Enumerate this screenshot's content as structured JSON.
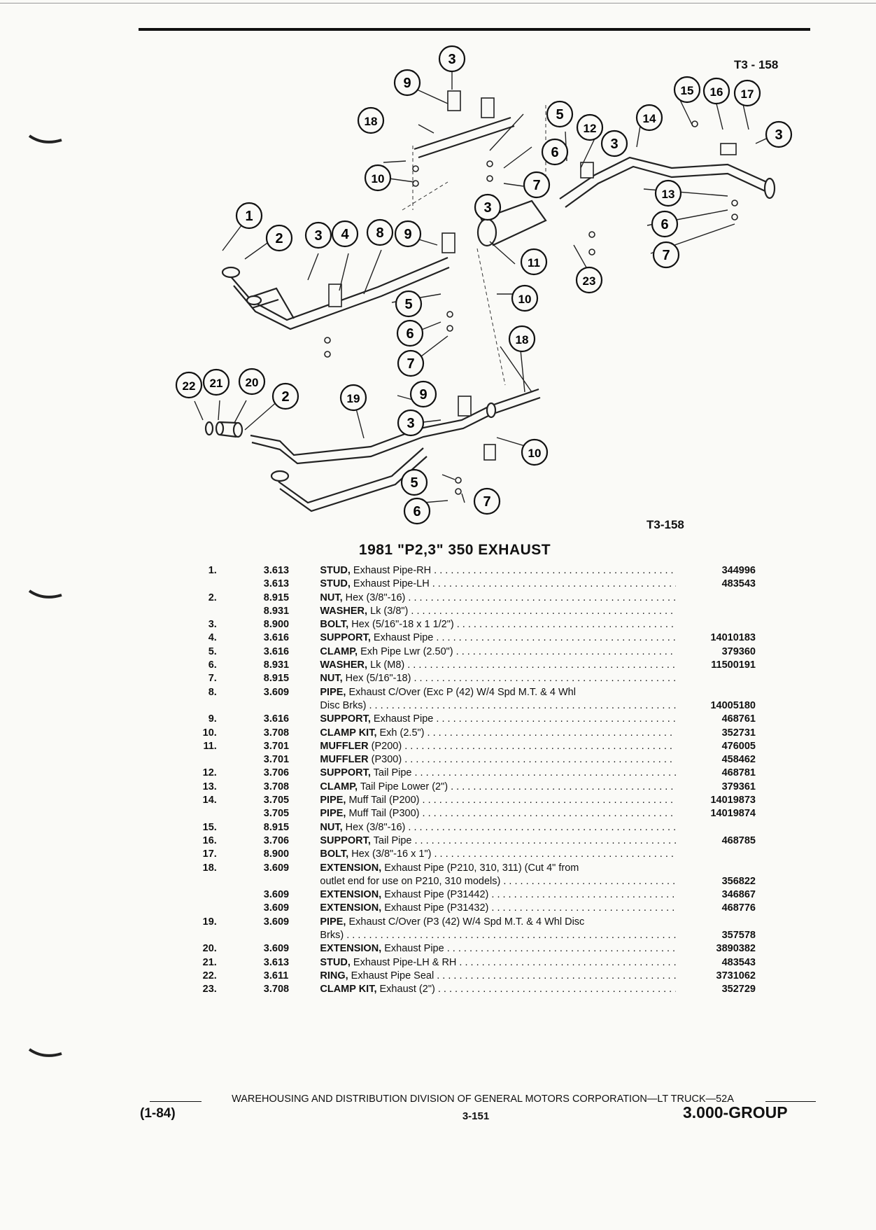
{
  "figure": {
    "code_top": "T3 - 158",
    "code_bottom": "T3-158"
  },
  "diagram_callouts": [
    "1",
    "2",
    "3",
    "4",
    "5",
    "6",
    "7",
    "8",
    "9",
    "10",
    "11",
    "12",
    "13",
    "14",
    "15",
    "16",
    "17",
    "18",
    "19",
    "20",
    "21",
    "22",
    "23"
  ],
  "title": "1981 \"P2,3\" 350 EXHAUST",
  "parts": [
    {
      "no": "1.",
      "grp": "3.613",
      "name": "STUD,",
      "desc": "Exhaust Pipe-RH",
      "part": "344996"
    },
    {
      "no": "",
      "grp": "3.613",
      "name": "STUD,",
      "desc": "Exhaust Pipe-LH",
      "part": "483543"
    },
    {
      "no": "2.",
      "grp": "8.915",
      "name": "NUT,",
      "desc": "Hex (3/8\"-16)",
      "part": ""
    },
    {
      "no": "",
      "grp": "8.931",
      "name": "WASHER,",
      "desc": "Lk (3/8\")",
      "part": ""
    },
    {
      "no": "3.",
      "grp": "8.900",
      "name": "BOLT,",
      "desc": "Hex (5/16\"-18 x 1 1/2\")",
      "part": ""
    },
    {
      "no": "4.",
      "grp": "3.616",
      "name": "SUPPORT,",
      "desc": "Exhaust Pipe",
      "part": "14010183"
    },
    {
      "no": "5.",
      "grp": "3.616",
      "name": "CLAMP,",
      "desc": "Exh Pipe Lwr (2.50\")",
      "part": "379360"
    },
    {
      "no": "6.",
      "grp": "8.931",
      "name": "WASHER,",
      "desc": "Lk (M8)",
      "part": "11500191"
    },
    {
      "no": "7.",
      "grp": "8.915",
      "name": "NUT,",
      "desc": "Hex (5/16\"-18)",
      "part": ""
    },
    {
      "no": "8.",
      "grp": "3.609",
      "name": "PIPE,",
      "desc": "Exhaust C/Over (Exc P (42) W/4 Spd M.T. & 4 Whl",
      "part": "",
      "cont": true
    },
    {
      "no": "",
      "grp": "",
      "name": "",
      "desc": "Disc Brks)",
      "part": "14005180"
    },
    {
      "no": "9.",
      "grp": "3.616",
      "name": "SUPPORT,",
      "desc": "Exhaust Pipe",
      "part": "468761"
    },
    {
      "no": "10.",
      "grp": "3.708",
      "name": "CLAMP KIT,",
      "desc": "Exh (2.5\")",
      "part": "352731"
    },
    {
      "no": "11.",
      "grp": "3.701",
      "name": "MUFFLER",
      "desc": "(P200)",
      "part": "476005"
    },
    {
      "no": "",
      "grp": "3.701",
      "name": "MUFFLER",
      "desc": "(P300)",
      "part": "458462"
    },
    {
      "no": "12.",
      "grp": "3.706",
      "name": "SUPPORT,",
      "desc": "Tail Pipe",
      "part": "468781"
    },
    {
      "no": "13.",
      "grp": "3.708",
      "name": "CLAMP,",
      "desc": "Tail Pipe Lower (2\")",
      "part": "379361"
    },
    {
      "no": "14.",
      "grp": "3.705",
      "name": "PIPE,",
      "desc": "Muff Tail (P200)",
      "part": "14019873"
    },
    {
      "no": "",
      "grp": "3.705",
      "name": "PIPE,",
      "desc": "Muff Tail (P300)",
      "part": "14019874"
    },
    {
      "no": "15.",
      "grp": "8.915",
      "name": "NUT,",
      "desc": "Hex (3/8\"-16)",
      "part": ""
    },
    {
      "no": "16.",
      "grp": "3.706",
      "name": "SUPPORT,",
      "desc": "Tail Pipe",
      "part": "468785"
    },
    {
      "no": "17.",
      "grp": "8.900",
      "name": "BOLT,",
      "desc": "Hex (3/8\"-16 x 1\")",
      "part": ""
    },
    {
      "no": "18.",
      "grp": "3.609",
      "name": "EXTENSION,",
      "desc": "Exhaust Pipe (P210, 310, 311) (Cut 4\" from",
      "part": "",
      "cont": true
    },
    {
      "no": "",
      "grp": "",
      "name": "",
      "desc": "outlet end for use on P210, 310 models)",
      "part": "356822"
    },
    {
      "no": "",
      "grp": "3.609",
      "name": "EXTENSION,",
      "desc": "Exhaust Pipe (P31442)",
      "part": "346867"
    },
    {
      "no": "",
      "grp": "3.609",
      "name": "EXTENSION,",
      "desc": "Exhaust Pipe (P31432)",
      "part": "468776"
    },
    {
      "no": "19.",
      "grp": "3.609",
      "name": "PIPE,",
      "desc": "Exhaust C/Over (P3 (42) W/4 Spd M.T. & 4 Whl Disc",
      "part": "",
      "cont": true
    },
    {
      "no": "",
      "grp": "",
      "name": "",
      "desc": "Brks)",
      "part": "357578"
    },
    {
      "no": "20.",
      "grp": "3.609",
      "name": "EXTENSION,",
      "desc": "Exhaust Pipe",
      "part": "3890382"
    },
    {
      "no": "21.",
      "grp": "3.613",
      "name": "STUD,",
      "desc": "Exhaust Pipe-LH & RH",
      "part": "483543"
    },
    {
      "no": "22.",
      "grp": "3.611",
      "name": "RING,",
      "desc": "Exhaust Pipe Seal",
      "part": "3731062"
    },
    {
      "no": "23.",
      "grp": "3.708",
      "name": "CLAMP KIT,",
      "desc": "Exhaust (2\")",
      "part": "352729"
    }
  ],
  "footer": {
    "line": "WAREHOUSING AND DISTRIBUTION DIVISION OF GENERAL MOTORS CORPORATION—LT TRUCK—52A",
    "date": "(1-84)",
    "page": "3-151",
    "group": "3.000-GROUP"
  }
}
